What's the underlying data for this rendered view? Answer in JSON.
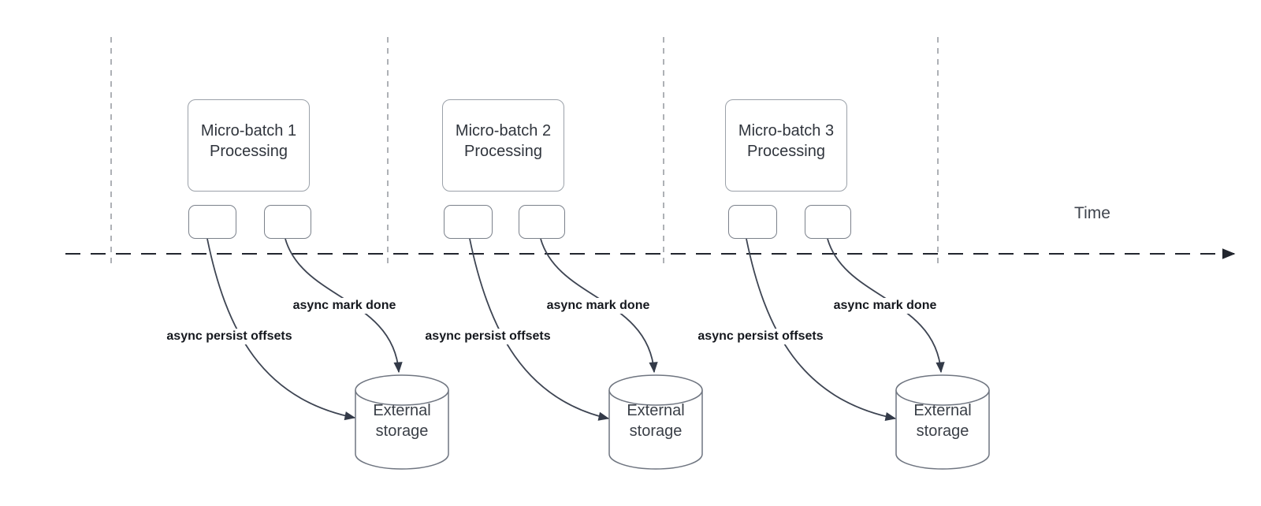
{
  "diagram": {
    "time_axis_label": "Time",
    "batches": [
      {
        "title_line1": "Micro-batch 1",
        "title_line2": "Processing",
        "persist_label": "async persist offsets",
        "mark_label": "async mark done",
        "storage_line1": "External",
        "storage_line2": "storage"
      },
      {
        "title_line1": "Micro-batch 2",
        "title_line2": "Processing",
        "persist_label": "async persist offsets",
        "mark_label": "async mark done",
        "storage_line1": "External",
        "storage_line2": "storage"
      },
      {
        "title_line1": "Micro-batch 3",
        "title_line2": "Processing",
        "persist_label": "async persist offsets",
        "mark_label": "async mark done",
        "storage_line1": "External",
        "storage_line2": "storage"
      }
    ],
    "colors": {
      "arrow_stroke": "#3d4452",
      "arrowhead_fill": "#333a48",
      "timeline_stroke": "#22262e",
      "gridline_stroke": "#aeb1b6",
      "shape_border": "#6f7580",
      "label_text": "#15181e"
    }
  }
}
